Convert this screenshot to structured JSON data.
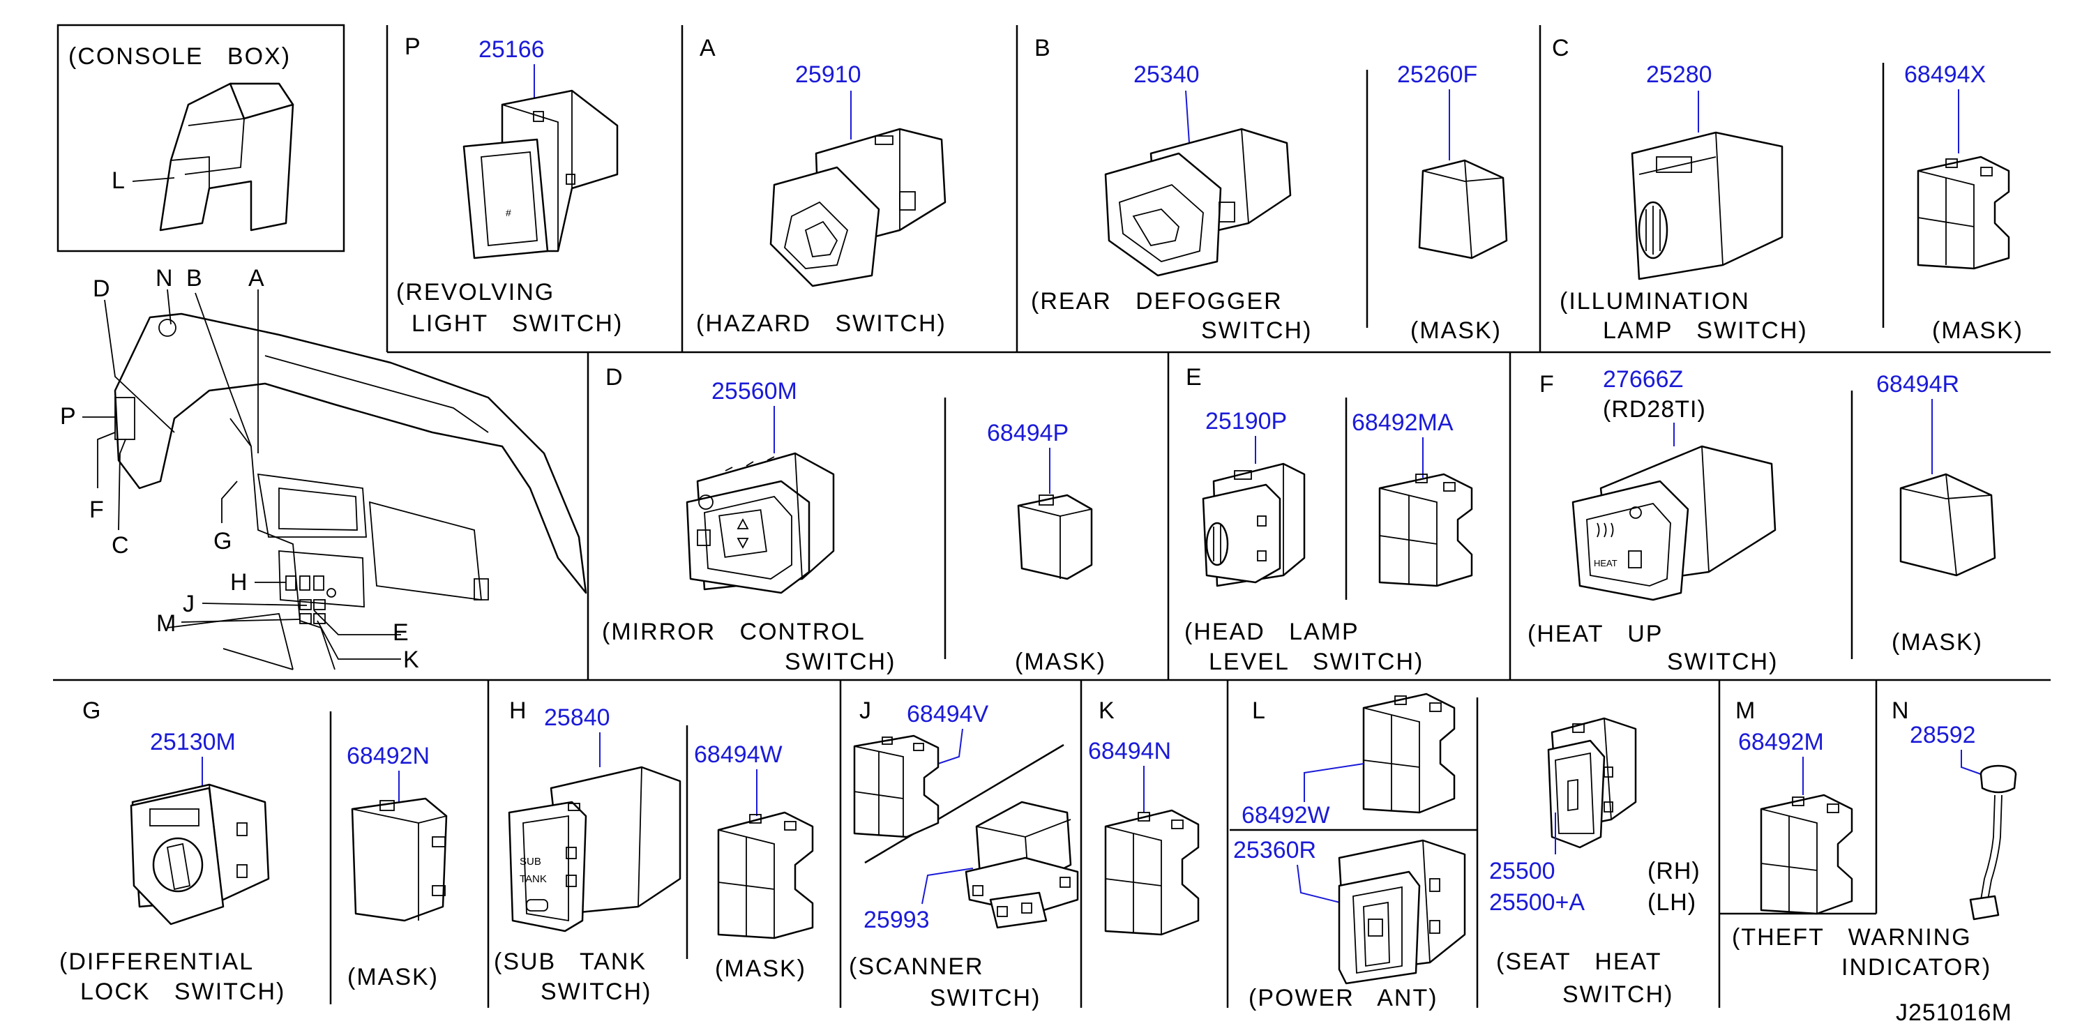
{
  "console": {
    "caption": "(CONSOLE   BOX)",
    "callout": "L"
  },
  "dash": {
    "callouts": {
      "D": "D",
      "N": "N",
      "B": "B",
      "A": "A",
      "P": "P",
      "F": "F",
      "C": "C",
      "G": "G",
      "H": "H",
      "J": "J",
      "M": "M",
      "E": "E",
      "K": "K"
    }
  },
  "panels": {
    "P": {
      "letter": "P",
      "part": "25166",
      "caption": [
        "(REVOLVING",
        "LIGHT   SWITCH)"
      ]
    },
    "A": {
      "letter": "A",
      "part": "25910",
      "caption": [
        "(HAZARD   SWITCH)"
      ]
    },
    "B": {
      "letter": "B",
      "part": "25340",
      "caption": [
        "(REAR   DEFOGGER",
        "SWITCH)"
      ],
      "mask_part": "25260F",
      "mask_caption": "(MASK)"
    },
    "C": {
      "letter": "C",
      "part": "25280",
      "caption": [
        "(ILLUMINATION",
        "LAMP   SWITCH)"
      ],
      "mask_part": "68494X",
      "mask_caption": "(MASK)"
    },
    "D": {
      "letter": "D",
      "part": "25560M",
      "caption": [
        "(MIRROR   CONTROL",
        "SWITCH)"
      ],
      "mask_part": "68494P",
      "mask_caption": "(MASK)"
    },
    "E": {
      "letter": "E",
      "part": "25190P",
      "caption": [
        "(HEAD   LAMP",
        "LEVEL   SWITCH)"
      ],
      "mask_part": "68492MA"
    },
    "F": {
      "letter": "F",
      "part": "27666Z",
      "variant": "(RD28TI)",
      "caption": [
        "(HEAT   UP",
        "SWITCH)"
      ],
      "mask_part": "68494R",
      "mask_caption": "(MASK)",
      "switch_text": "HEAT"
    },
    "G": {
      "letter": "G",
      "part": "25130M",
      "caption": [
        "(DIFFERENTIAL",
        "LOCK   SWITCH)"
      ],
      "mask_part": "68492N",
      "mask_caption": "(MASK)"
    },
    "H": {
      "letter": "H",
      "part": "25840",
      "caption": [
        "(SUB   TANK",
        "SWITCH)"
      ],
      "mask_part": "68494W",
      "mask_caption": "(MASK)",
      "switch_text": [
        "SUB",
        "TANK"
      ]
    },
    "J": {
      "letter": "J",
      "mask_part": "68494V",
      "part": "25993",
      "caption": [
        "(SCANNER",
        "SWITCH)"
      ]
    },
    "K": {
      "letter": "K",
      "part": "68494N"
    },
    "L": {
      "letter": "L",
      "mask_part": "68492W",
      "part": "25360R",
      "caption": [
        "(POWER   ANT)"
      ]
    },
    "SEAT": {
      "part_rh": "25500",
      "part_lh": "25500+A",
      "rh": "(RH)",
      "lh": "(LH)",
      "caption": [
        "(SEAT   HEAT",
        "SWITCH)"
      ]
    },
    "M": {
      "letter": "M",
      "part": "68492M",
      "caption": [
        "(THEFT   WARNING",
        "INDICATOR)"
      ]
    },
    "N": {
      "letter": "N",
      "part": "28592"
    }
  },
  "diagram_code": "J251016M"
}
